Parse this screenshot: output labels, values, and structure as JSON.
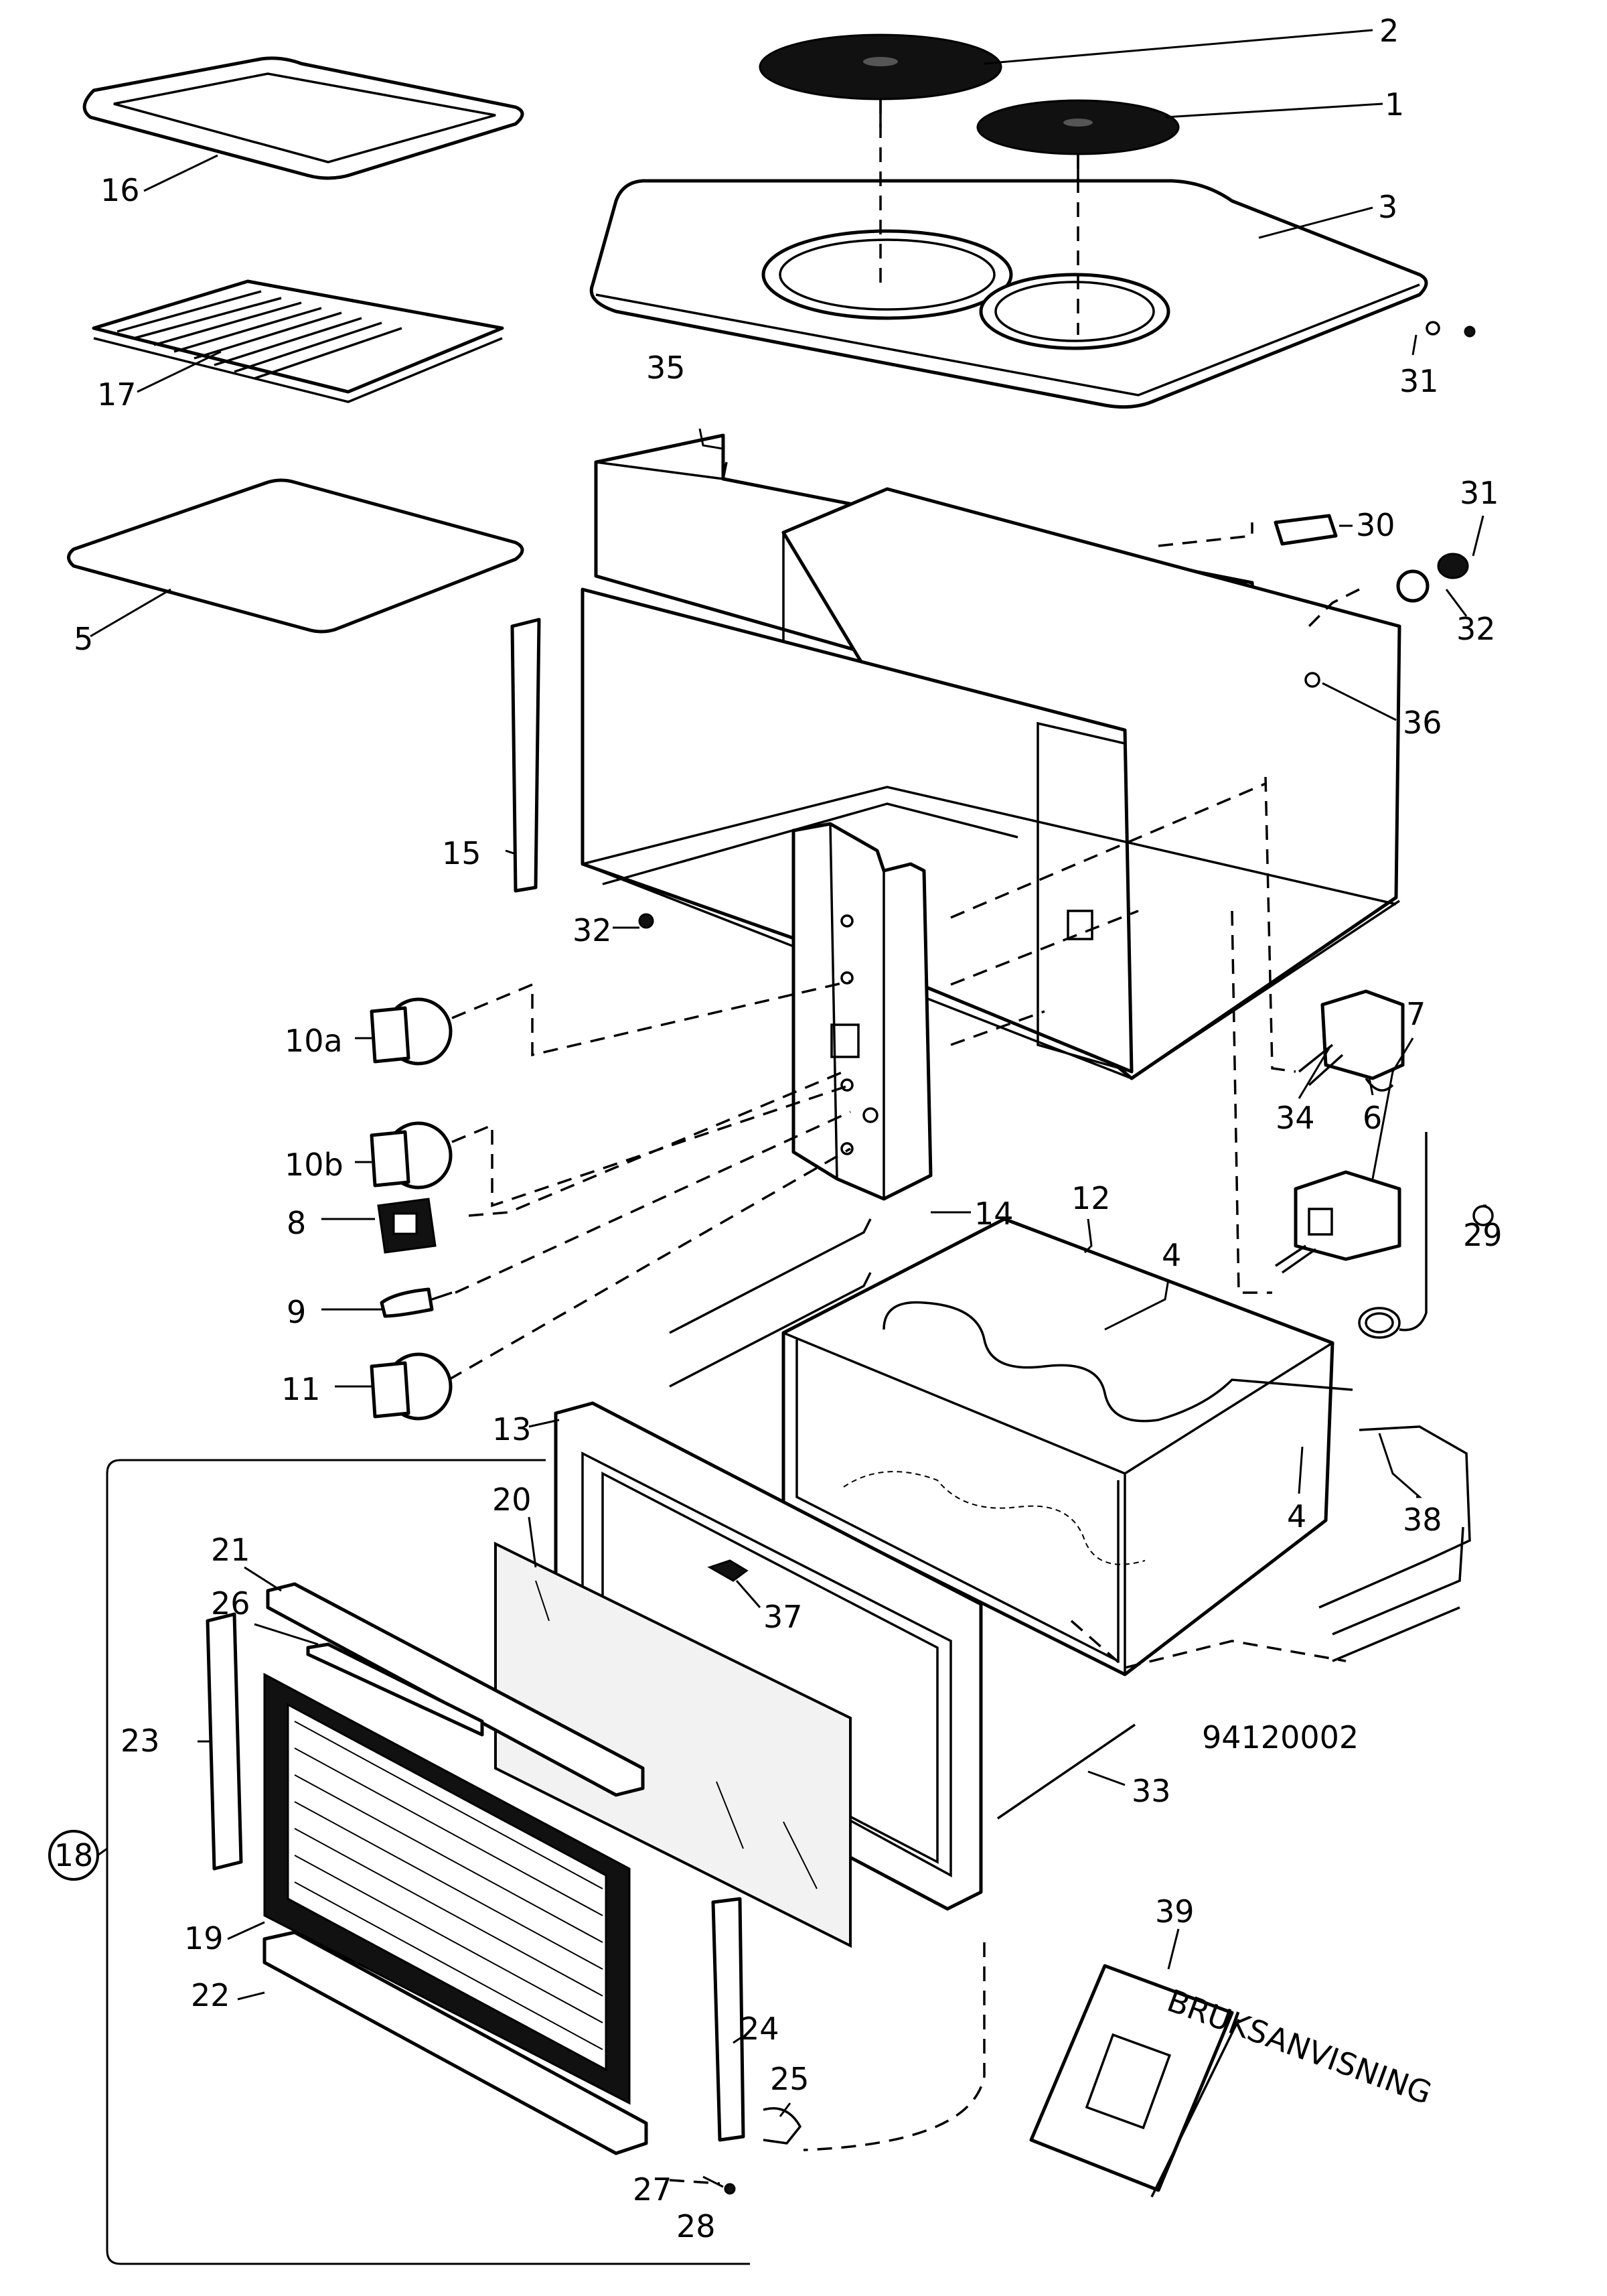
{
  "figure_code": "94120002",
  "manual_title": "BRUKSANVISNING",
  "group_marker": "18",
  "callouts": {
    "p1": "1",
    "p2": "2",
    "p3": "3",
    "p4a": "4",
    "p4b": "4",
    "p5": "5",
    "p6": "6",
    "p7": "7",
    "p8": "8",
    "p9": "9",
    "p10a": "10a",
    "p10b": "10b",
    "p11": "11",
    "p12": "12",
    "p13": "13",
    "p14": "14",
    "p15": "15",
    "p16": "16",
    "p17": "17",
    "p19": "19",
    "p20": "20",
    "p21": "21",
    "p22": "22",
    "p23": "23",
    "p24": "24",
    "p25": "25",
    "p26": "26",
    "p27": "27",
    "p28": "28",
    "p29": "29",
    "p30": "30",
    "p31a": "31",
    "p31b": "31",
    "p32a": "32",
    "p32b": "32",
    "p33": "33",
    "p34": "34",
    "p35": "35",
    "p36": "36",
    "p37": "37",
    "p38": "38",
    "p39": "39"
  }
}
